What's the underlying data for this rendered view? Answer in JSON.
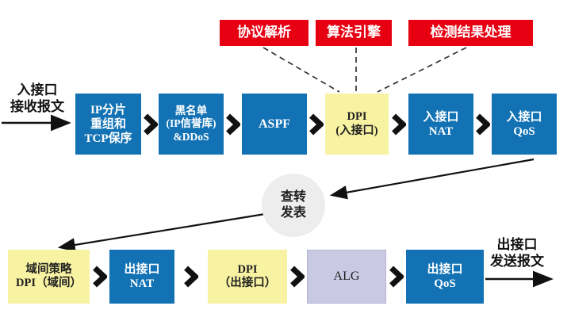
{
  "diagram": {
    "kind": "firewall-packet-processing-flow",
    "engine_boxes": [
      {
        "label": "协议解析"
      },
      {
        "label": "算法引擎"
      },
      {
        "label": "检测结果处理"
      }
    ],
    "inbound_label": "入接口\n接收报文",
    "outbound_label": "出接口\n发送报文",
    "forward_table_label": "查转\n发表",
    "row_inbound": [
      {
        "label": "IP分片\n重组和\nTCP保序",
        "style": "blue"
      },
      {
        "label": "黑名单\n(IP信誉库)\n&DDoS",
        "style": "blue"
      },
      {
        "label": "ASPF",
        "style": "blue"
      },
      {
        "label": "DPI\n(入接口)",
        "style": "yellow"
      },
      {
        "label": "入接口\nNAT",
        "style": "blue"
      },
      {
        "label": "入接口\nQoS",
        "style": "blue"
      }
    ],
    "row_outbound": [
      {
        "label": "域间策略\nDPI（域间）",
        "style": "yellow"
      },
      {
        "label": "出接口\nNAT",
        "style": "blue"
      },
      {
        "label": "DPI\n（出接口）",
        "style": "yellow"
      },
      {
        "label": "ALG",
        "style": "lavender"
      },
      {
        "label": "出接口\nQoS",
        "style": "blue"
      }
    ],
    "icons": {
      "chevron_right": "bold black > chevron between stages",
      "arrow_right": "solid black arrow with triangular head",
      "dashed_connector": "dashed black line from engine boxes to DPI box"
    },
    "colors": {
      "stage_blue": "#1272b4",
      "engine_red": "#e60012",
      "dpi_yellow": "#f8f3a3",
      "alg_lavender": "#c9c9e4",
      "circle_gray": "#ededed",
      "line_black": "#111111"
    }
  }
}
